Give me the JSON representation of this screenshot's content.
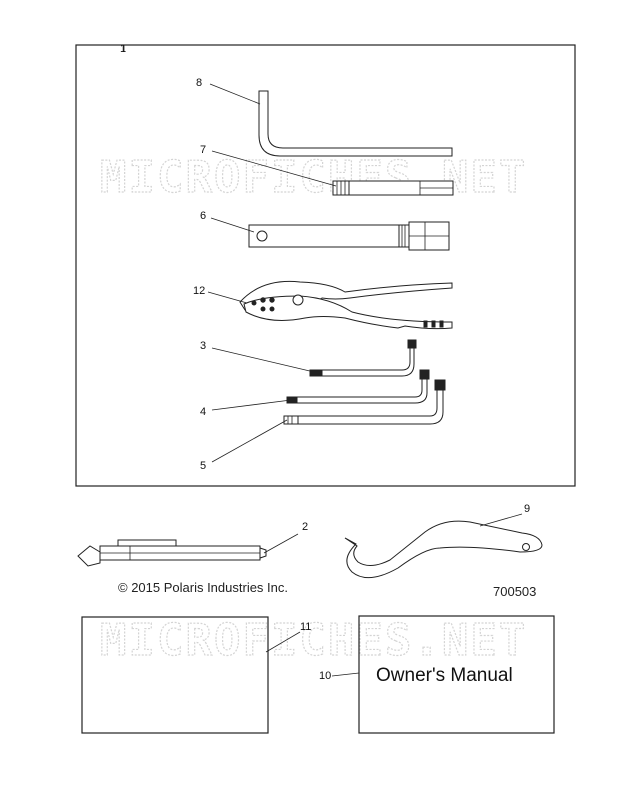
{
  "watermark": "MICROFICHES.NET",
  "callouts": {
    "c1": "1",
    "c2": "2",
    "c3": "3",
    "c4": "4",
    "c5": "5",
    "c6": "6",
    "c7": "7",
    "c8": "8",
    "c9": "9",
    "c10": "10",
    "c11": "11",
    "c12": "12"
  },
  "copyright": "© 2015 Polaris Industries Inc.",
  "document_number": "700503",
  "manual_label": "Owner's Manual"
}
